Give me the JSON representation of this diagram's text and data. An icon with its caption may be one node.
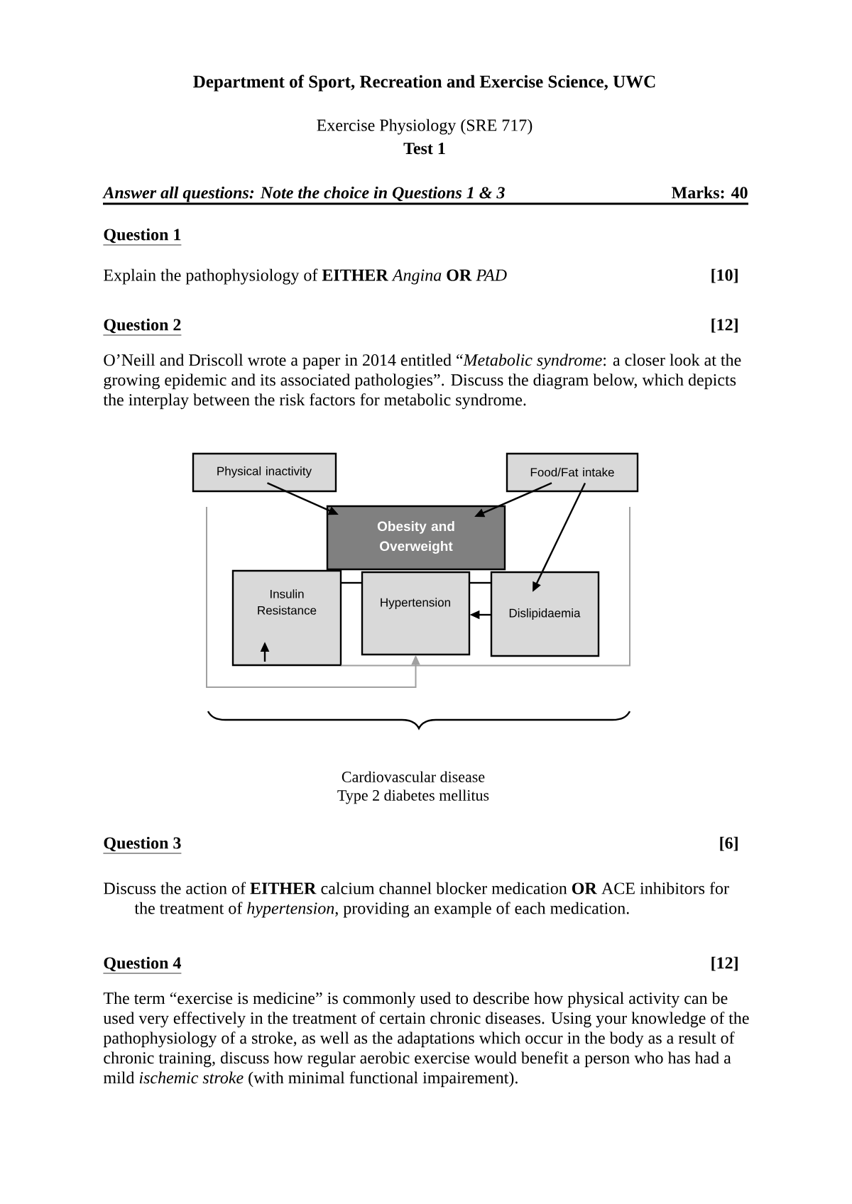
{
  "diagram": {
    "title": "Department of Sport, Recreation and Exercise Science, UWC",
    "nodes": [
      {
        "text": [
          "Physical inactivity"
        ]
      },
      {
        "text": [
          "Food/Fat intake"
        ]
      },
      {
        "text": [
          "Obesity and Overweight"
        ]
      },
      {
        "text": [
          "Insulin Resistance"
        ]
      },
      {
        "text": [
          "Hypertension"
        ]
      },
      {
        "text": [
          "Dislipidaemia"
        ]
      }
    ],
    "edges": [
      {
        "from": 0,
        "to": 2,
        "arrow": "to"
      },
      {
        "from": 1,
        "to": 2,
        "arrow": "to"
      },
      {
        "from": 1,
        "to": 5,
        "arrow": "to"
      },
      {
        "from": 5,
        "to": 4,
        "arrow": "to"
      },
      {
        "from": 3,
        "to": 4,
        "arrow": "none"
      },
      {
        "from": 4,
        "to": 5,
        "arrow": "none"
      },
      {
        "from": null,
        "to": 4,
        "arrow": "to",
        "color": "#a0a0a0"
      },
      {
        "from": null,
        "to": 3,
        "arrow": "none",
        "color": "#a0a0a0"
      }
    ],
    "labels": [
      "Exercise Physiology (SRE 717)",
      "Test 1",
      "Answer all questions: Note the choice in Questions 1 & 3",
      "Marks: 40",
      "Question 1",
      "Explain the pathophysiology of **EITHER** *Angina* **OR** *PAD*",
      "[10]",
      "Question 2",
      "[12]",
      "O’Neill and Driscoll wrote a paper in 2014 entitled “*Metabolic syndrome*: a closer look at the growing epidemic and its associated pathologies”. Discuss the diagram below, which depicts the interplay between the risk factors for metabolic syndrome.",
      "Cardiovascular disease",
      "Type 2 diabetes mellitus",
      "Question 3",
      "[6]",
      "Discuss the action of **EITHER** calcium channel blocker medication **OR** ACE inhibitors for the treatment of *hypertension*, providing an example of each medication.",
      "Question 4",
      "[12]",
      "The term “exercise is medicine” is commonly used to describe how physical activity can be used very effectively in the treatment of certain chronic diseases. Using your knowledge of the pathophysiology of a stroke, as well as the adaptations which occur in the body as a result of chronic training, discuss how regular aerobic exercise would benefit a person who has had a mild *ischemic stroke* (with minimal functional impairement)."
    ]
  }
}
